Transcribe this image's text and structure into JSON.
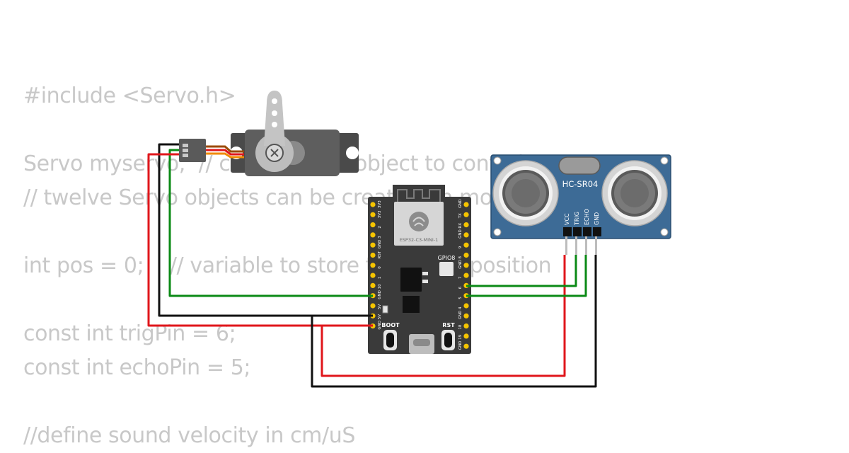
{
  "code_lines": [
    "#include <Servo.h>",
    "",
    "Servo myservo;  // create servo object to control a servo",
    "// twelve Servo objects can be created on most boards",
    "",
    "int pos = 0;    // variable to store the servo position",
    "",
    "const int trigPin = 6;",
    "const int echoPin = 5;",
    "",
    "//define sound velocity in cm/uS"
  ],
  "esp32": {
    "module_label": "ESP32-C3-MINI-1",
    "gpio8_label": "GPIO8",
    "boot_label": "BOOT",
    "rst_label": "RST",
    "left_pins": [
      "3V3",
      "3V3",
      "2",
      "3",
      "GND",
      "RST",
      "0",
      "1",
      "10",
      "GND",
      "5V",
      "5V",
      "GND"
    ],
    "right_pins": [
      "GND",
      "TX",
      "RX",
      "GND",
      "9",
      "8",
      "GND",
      "7",
      "6",
      "5",
      "4",
      "GND",
      "18",
      "19",
      "GND"
    ]
  },
  "sensor": {
    "label": "HC-SR04",
    "pins": [
      "VCC",
      "TRIG",
      "ECHO",
      "GND"
    ]
  },
  "colors": {
    "wire_red": "#e0161b",
    "wire_black": "#111111",
    "wire_green": "#0b8a16",
    "board": "#3a3a3a",
    "sensor_blue": "#3d6b96",
    "pin_gold": "#f5c400",
    "servo_body": "#5e5e5e"
  }
}
